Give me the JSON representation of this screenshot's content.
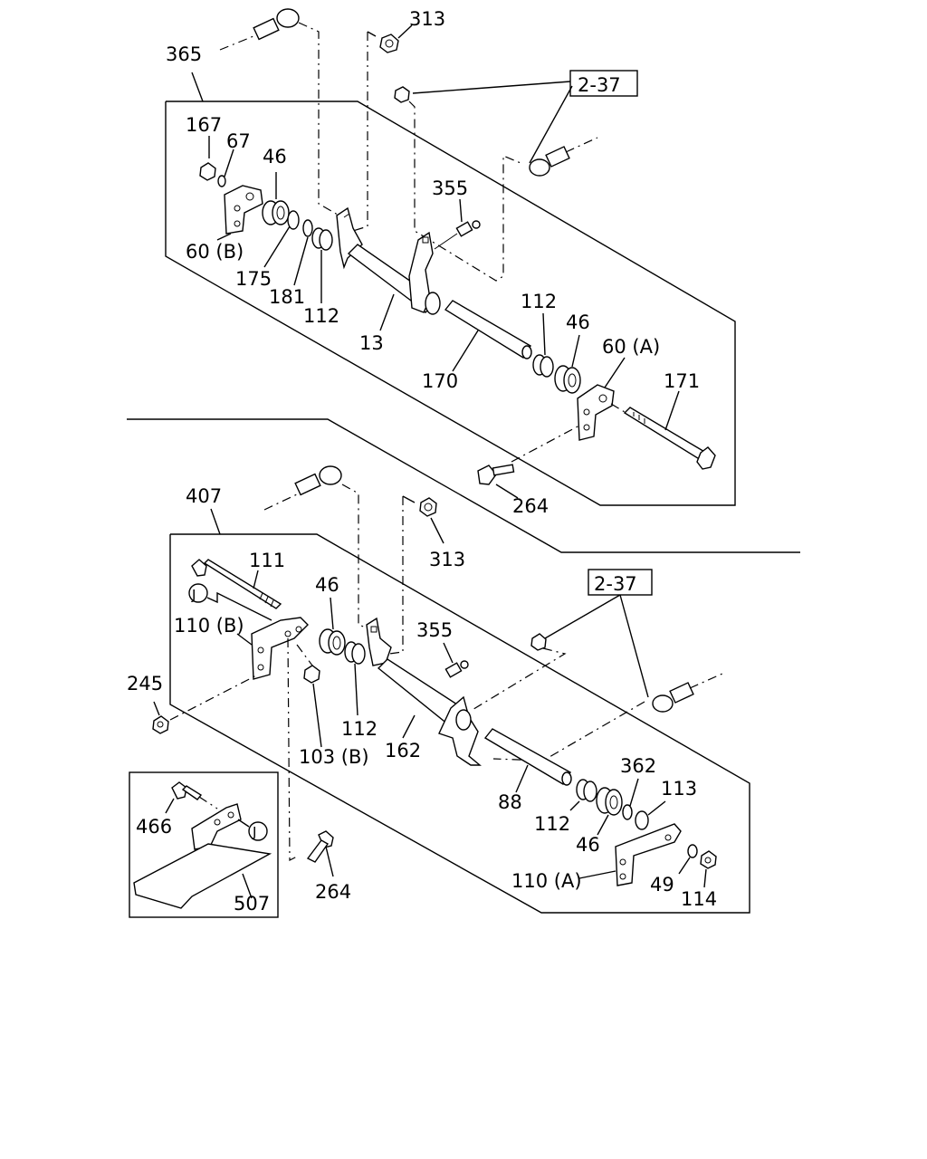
{
  "upper_assembly": {
    "callouts": {
      "c313": "313",
      "c365": "365",
      "ref": "2-37",
      "c167": "167",
      "c67": "67",
      "c46a": "46",
      "c355": "355",
      "c60b": "60 (B)",
      "c175": "175",
      "c181": "181",
      "c112a": "112",
      "c13": "13",
      "c112b": "112",
      "c46b": "46",
      "c60a": "60 (A)",
      "c171": "171",
      "c170": "170",
      "c264": "264"
    }
  },
  "lower_assembly": {
    "callouts": {
      "c407": "407",
      "c313": "313",
      "c111": "111",
      "cJ": "J",
      "c46a": "46",
      "ref": "2-37",
      "c110b": "110 (B)",
      "c355": "355",
      "c245": "245",
      "c112a": "112",
      "c103b": "103 (B)",
      "c162": "162",
      "c362": "362",
      "c113": "113",
      "c88": "88",
      "c112b": "112",
      "c46b": "46",
      "c110a": "110 (A)",
      "c49": "49",
      "c114": "114",
      "c264": "264"
    }
  },
  "inset": {
    "callouts": {
      "c466": "466",
      "cJ": "J",
      "c507": "507"
    }
  },
  "icons": [
    "ball-joint",
    "nut",
    "bolt",
    "bushing",
    "washer",
    "bracket",
    "shaft",
    "pipe",
    "grease-nipple",
    "pedal"
  ],
  "colors": {
    "ink": "#000000",
    "paper": "#ffffff"
  }
}
